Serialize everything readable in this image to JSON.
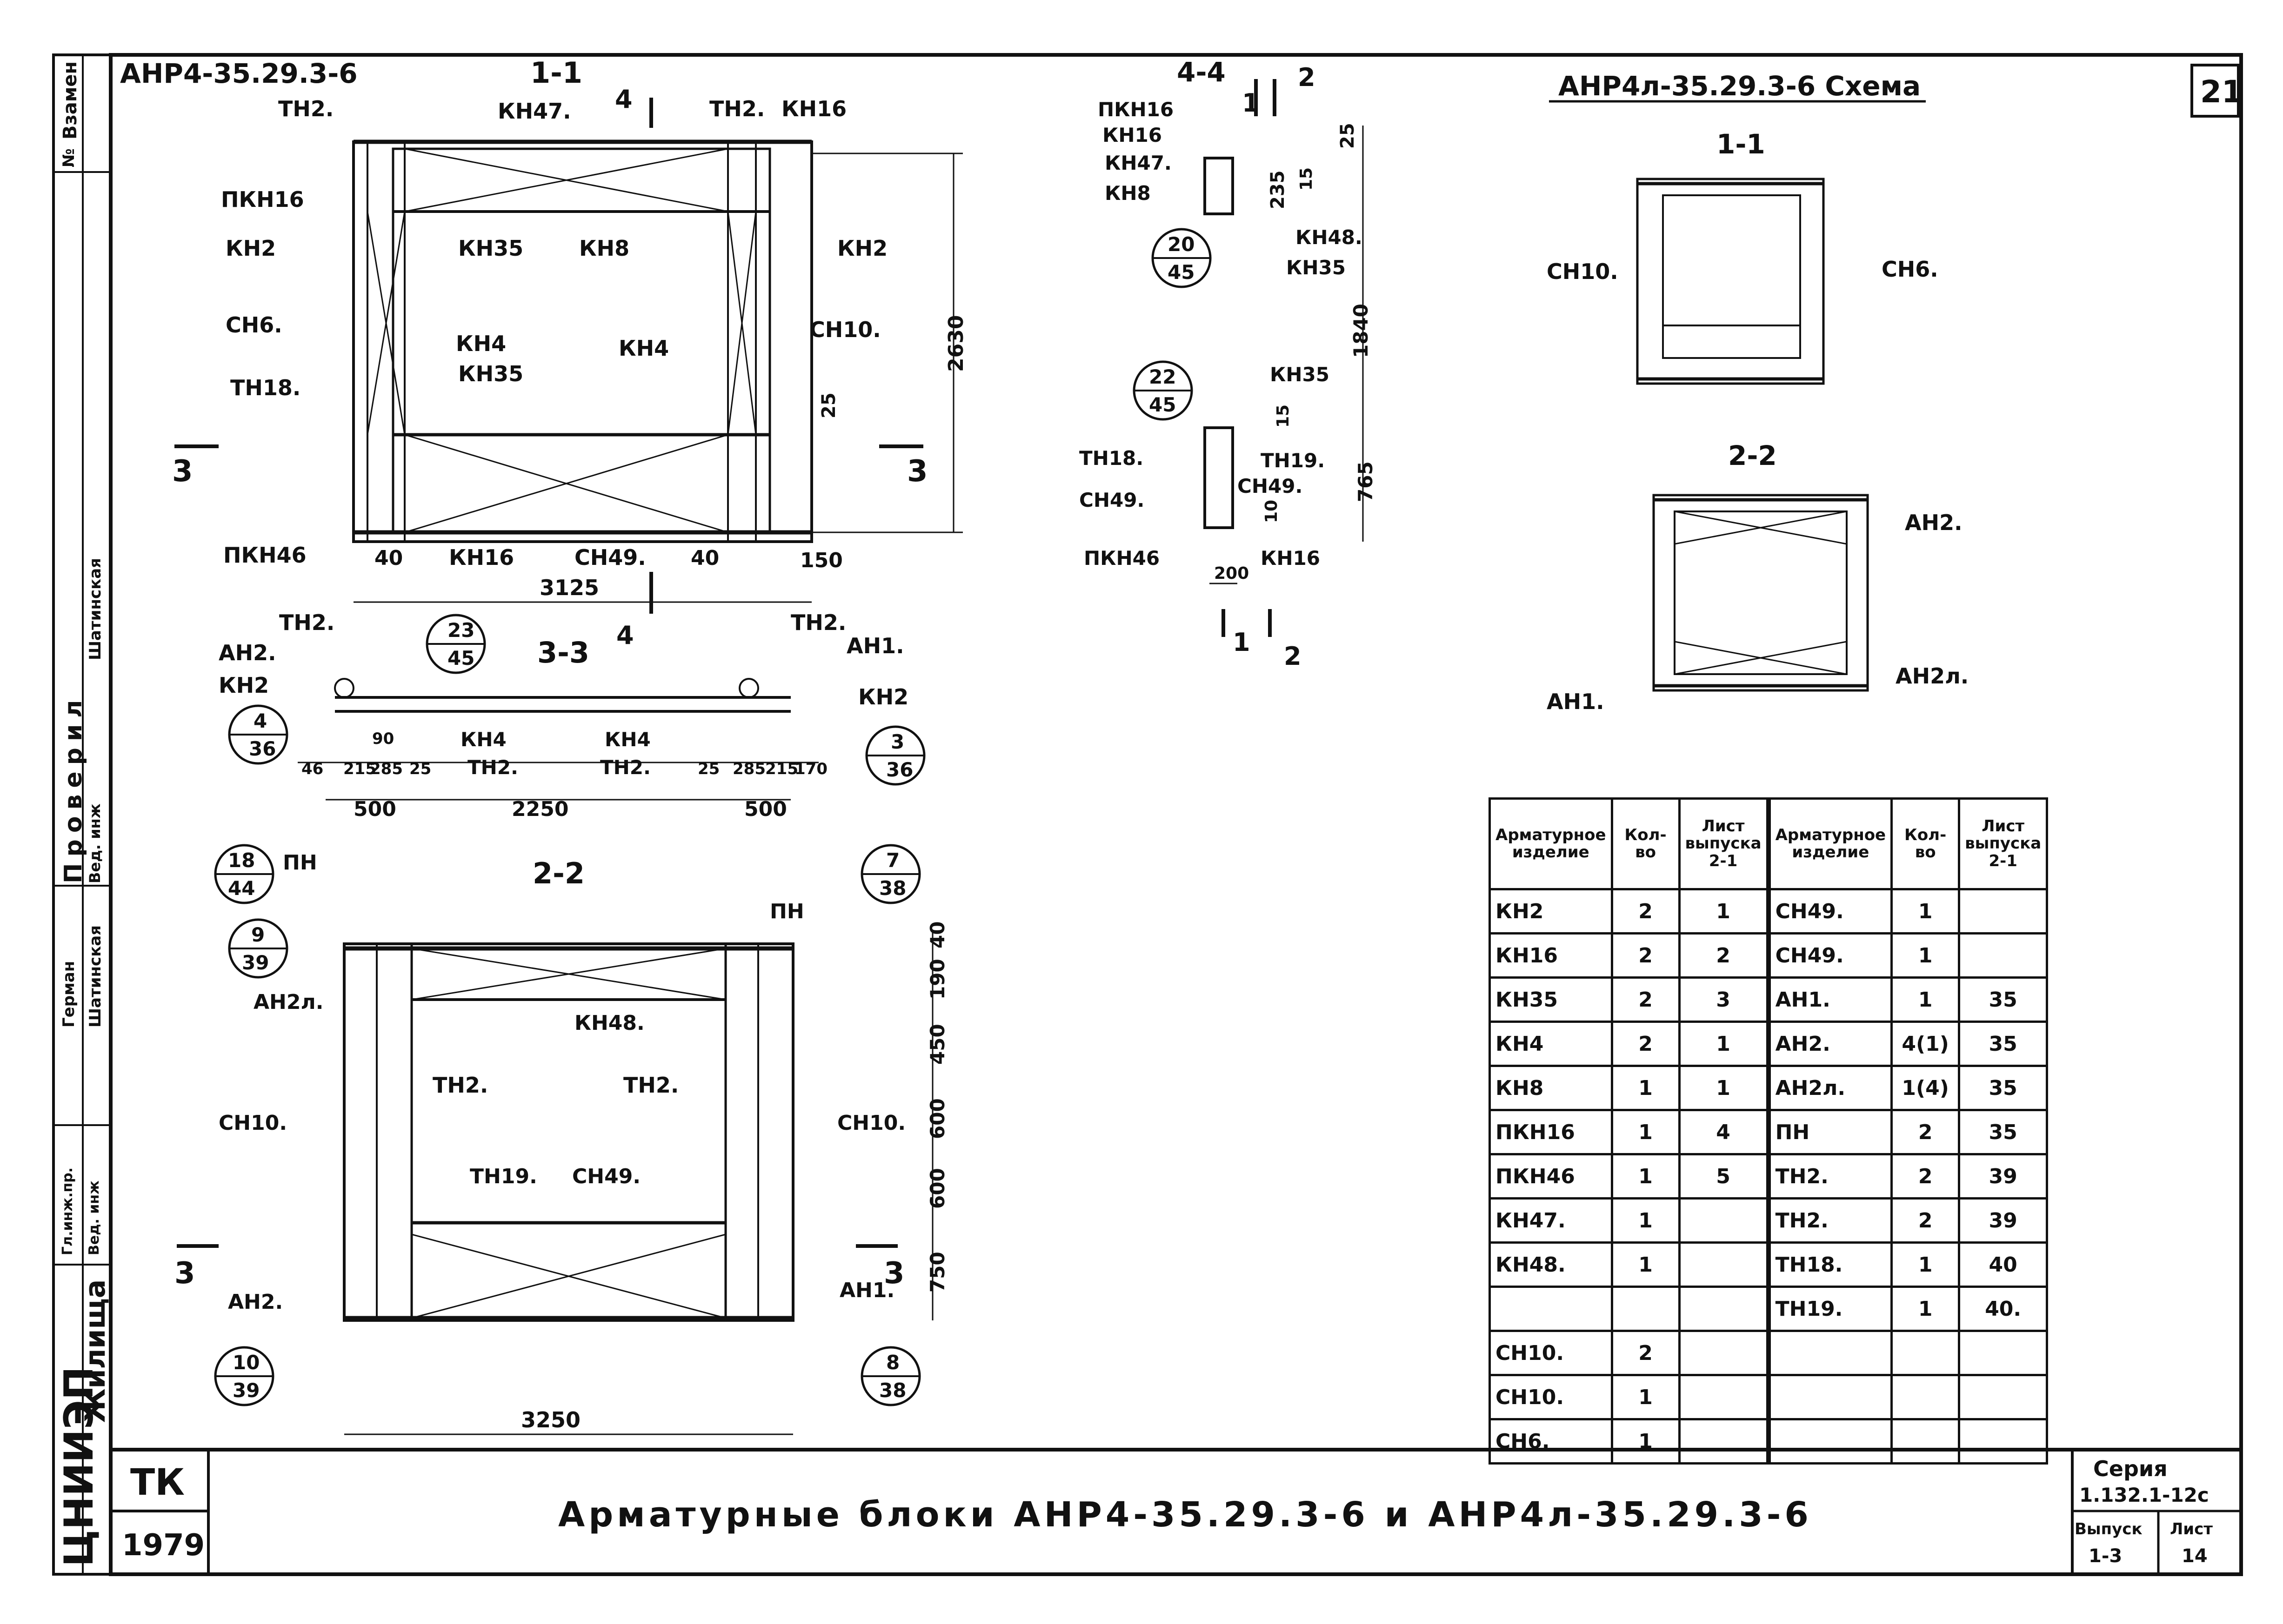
{
  "sheet_number": "21",
  "drawing_left_code": "АНР4-35.29.3-6",
  "drawing_right_title": "АНР4л-35.29.3-6  Схема",
  "sections": {
    "s11": "1-1",
    "s22": "2-2",
    "s33": "3-3",
    "s44": "4-4",
    "r11": "1-1",
    "r22": "2-2"
  },
  "labels_11": {
    "tn2a": "ТН2.",
    "kn47": "КН47.",
    "tn2b": "ТН2.",
    "kn16a": "КН16",
    "pkn16": "ПКН16",
    "kn2a": "КН2",
    "kn35a": "КН35",
    "kn8": "КН8",
    "kn2b": "КН2",
    "cn6": "СН6.",
    "cn10": "СН10.",
    "kn4a": "КН4",
    "kn35b": "КН35",
    "kn4b": "КН4",
    "tn18": "ТН18.",
    "pkn46": "ПКН46",
    "kn16b": "КН16",
    "cn49": "СН49.",
    "d40a": "40",
    "d40b": "40",
    "d150": "150",
    "d3125": "3125",
    "d2630": "2630",
    "d25": "25",
    "sec3l": "3",
    "sec3r": "3",
    "sec4t": "4",
    "sec4b": "4"
  },
  "labels_33": {
    "tn2a": "ТН2.",
    "tn2b": "ТН2.",
    "an2": "АН2.",
    "an1": "АН1.",
    "kn2a": "КН2",
    "kn2b": "КН2",
    "kn4a": "КН4",
    "kn4b": "КН4",
    "tn2c": "ТН2.",
    "tn2d": "ТН2.",
    "d46": "46",
    "d215a": "215",
    "d285a": "285",
    "d25a": "25",
    "d90": "90",
    "d25b": "25",
    "d285b": "285",
    "d215b": "215",
    "d170": "170",
    "d500a": "500",
    "d2250": "2250",
    "d500b": "500",
    "c1t": "23",
    "c1b": "45",
    "c2t": "4",
    "c2b": "36",
    "c3t": "3",
    "c3b": "36"
  },
  "labels_22": {
    "pn1": "ПН",
    "pn2": "ПН",
    "an2l": "АН2л.",
    "kn48": "КН48.",
    "tn2a": "ТН2.",
    "tn2b": "ТН2.",
    "cn10a": "СН10.",
    "cn10b": "СН10.",
    "tn19": "ТН19.",
    "cn49": "СН49.",
    "an2": "АН2.",
    "an1": "АН1.",
    "d40": "40",
    "d190": "190",
    "d450": "450",
    "d600a": "600",
    "d600b": "600",
    "d750": "750",
    "d3250": "3250",
    "sec3l": "3",
    "sec3r": "3",
    "c1t": "18",
    "c1b": "44",
    "c2t": "9",
    "c2b": "39",
    "c3t": "7",
    "c3b": "38",
    "c4t": "10",
    "c4b": "39",
    "c5t": "8",
    "c5b": "38"
  },
  "labels_44": {
    "pkn16": "ПКН16",
    "kn16": "КН16",
    "kn47": "КН47.",
    "kn8": "КН8",
    "kn48": "КН48.",
    "kn35a": "КН35",
    "kn35b": "КН35",
    "tn18": "ТН18.",
    "tn19": "ТН19.",
    "cn49a": "СН49.",
    "cn49b": "СН49.",
    "pkn46": "ПКН46",
    "kn16b": "КН16",
    "d25": "25",
    "d235": "235",
    "d15a": "15",
    "d1840": "1840",
    "d15b": "15",
    "d765": "765",
    "d10": "10",
    "d200": "200",
    "c1t": "20",
    "c1b": "45",
    "c2t": "22",
    "c2b": "45",
    "s1": "1",
    "s2": "2",
    "s1b": "1",
    "s2b": "2"
  },
  "labels_right": {
    "cn10": "СН10.",
    "cn6": "СН6.",
    "an2": "АН2.",
    "an1": "АН1.",
    "an2l": "АН2л."
  },
  "table": {
    "headers": {
      "item": "Арматурное изделие",
      "qty": "Кол-во",
      "sheet": "Лист выпуска 2-1"
    },
    "rows": [
      [
        "КН2",
        "2",
        "1",
        "СН49.",
        "1",
        ""
      ],
      [
        "КН16",
        "2",
        "2",
        "СН49.",
        "1",
        ""
      ],
      [
        "КН35",
        "2",
        "3",
        "АН1.",
        "1",
        "35"
      ],
      [
        "КН4",
        "2",
        "1",
        "АН2.",
        "4(1)",
        "35"
      ],
      [
        "КН8",
        "1",
        "1",
        "АН2л.",
        "1(4)",
        "35"
      ],
      [
        "ПКН16",
        "1",
        "4",
        "ПН",
        "2",
        "35"
      ],
      [
        "ПКН46",
        "1",
        "5",
        "ТН2.",
        "2",
        "39"
      ],
      [
        "КН47.",
        "1",
        "",
        "ТН2.",
        "2",
        "39"
      ],
      [
        "КН48.",
        "1",
        "",
        "ТН18.",
        "1",
        "40"
      ],
      [
        "",
        "",
        "",
        "ТН19.",
        "1",
        "40."
      ],
      [
        "СН10.",
        "2",
        "",
        "",
        "",
        ""
      ],
      [
        "СН10.",
        "1",
        "",
        "",
        "",
        ""
      ],
      [
        "СН6.",
        "1",
        "",
        "",
        "",
        ""
      ]
    ]
  },
  "title_block": {
    "title": "Арматурные блоки АНР4-35.29.3-6 и АНР4л-35.29.3-6",
    "org": "ТК",
    "year": "1979",
    "series_label": "Серия",
    "series_value": "1.132.1-12с",
    "issue_label": "Выпуск",
    "issue_value": "1-3",
    "list_label": "Лист",
    "list_value": "14"
  },
  "sidebar": {
    "zamen": "Взамен",
    "num": "№",
    "proveril": "Проверил",
    "shatinskaya1": "Шатинская",
    "ved_inzh1": "Вед. инж",
    "german": "Герман",
    "shatinskaya2": "Шатинская",
    "gl_inzh": "Гл.инж.пр.",
    "ved_inzh2": "Вед. инж",
    "zhilishcha": "Жилища",
    "cniiep": "ЦНИИЭП"
  }
}
